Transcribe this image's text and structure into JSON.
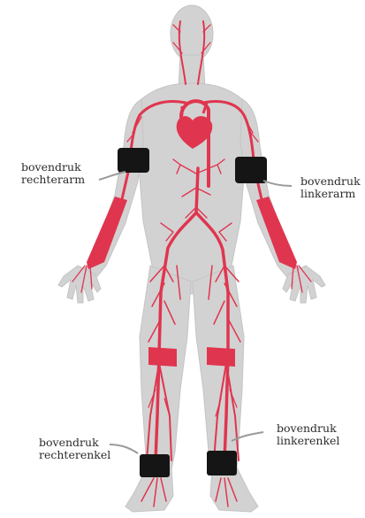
{
  "colors": {
    "body": "#d2d2d2",
    "vessel": "#e0354f",
    "cuff": "#151515",
    "leader": "#9a9a9a",
    "text": "#2b2b2b"
  },
  "labels": {
    "right_arm": {
      "line1": "bovendruk",
      "line2": "rechterarm"
    },
    "left_arm": {
      "line1": "bovendruk",
      "line2": "linkerarm"
    },
    "right_ankle": {
      "line1": "bovendruk",
      "line2": "rechterenkel"
    },
    "left_ankle": {
      "line1": "bovendruk",
      "line2": "linkerenkel"
    }
  },
  "icons": [
    "heart-icon",
    "blood-pressure-cuff-icon"
  ]
}
